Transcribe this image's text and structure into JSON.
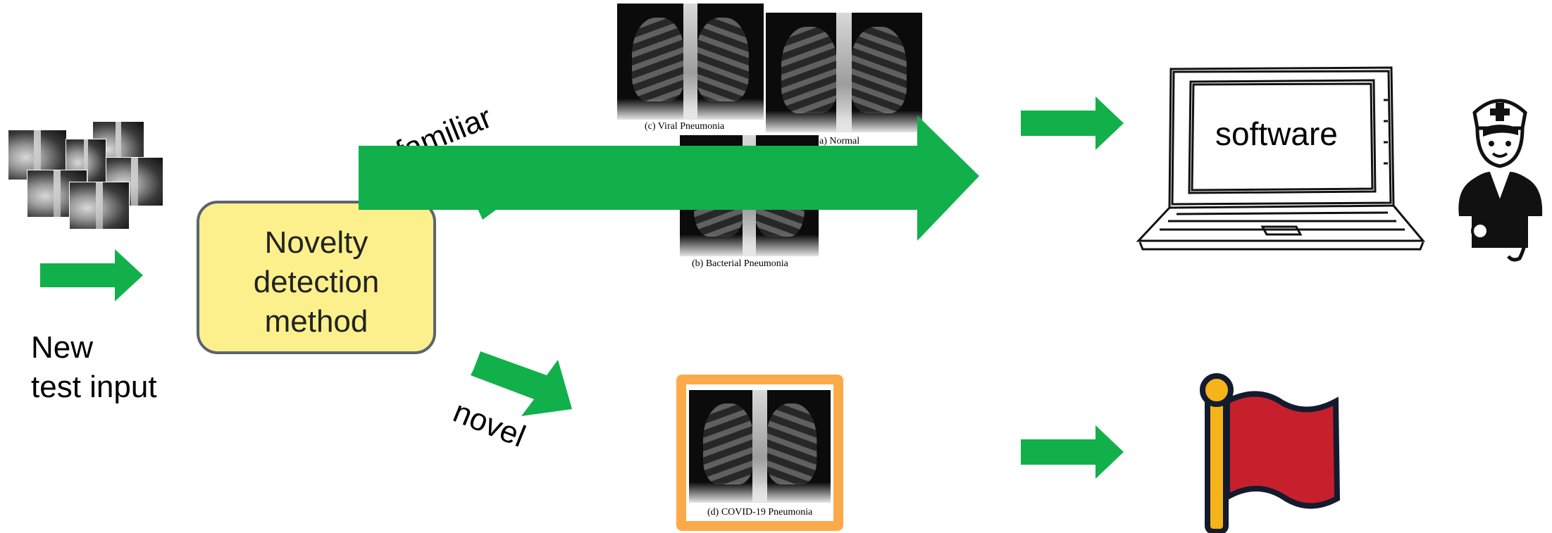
{
  "input": {
    "line1": "New",
    "line2": "test input"
  },
  "method": {
    "line1": "Novelty",
    "line2": "detection",
    "line3": "method"
  },
  "branches": {
    "familiar": "familiar",
    "novel": "novel"
  },
  "captions": {
    "viral": "(c) Viral Pneumonia",
    "normal": "a) Normal",
    "bacterial": "(b) Bacterial Pneumonia",
    "covid": "(d) COVID-19 Pneumonia"
  },
  "software_label": "software",
  "colors": {
    "arrow": "#11b04b",
    "method_fill": "#fbf08c",
    "method_border": "#5a6470",
    "covid_frame": "#fbaa4a",
    "flag": "#c7202d",
    "flag_pole": "#f4b41a",
    "outline": "#141b2e"
  }
}
